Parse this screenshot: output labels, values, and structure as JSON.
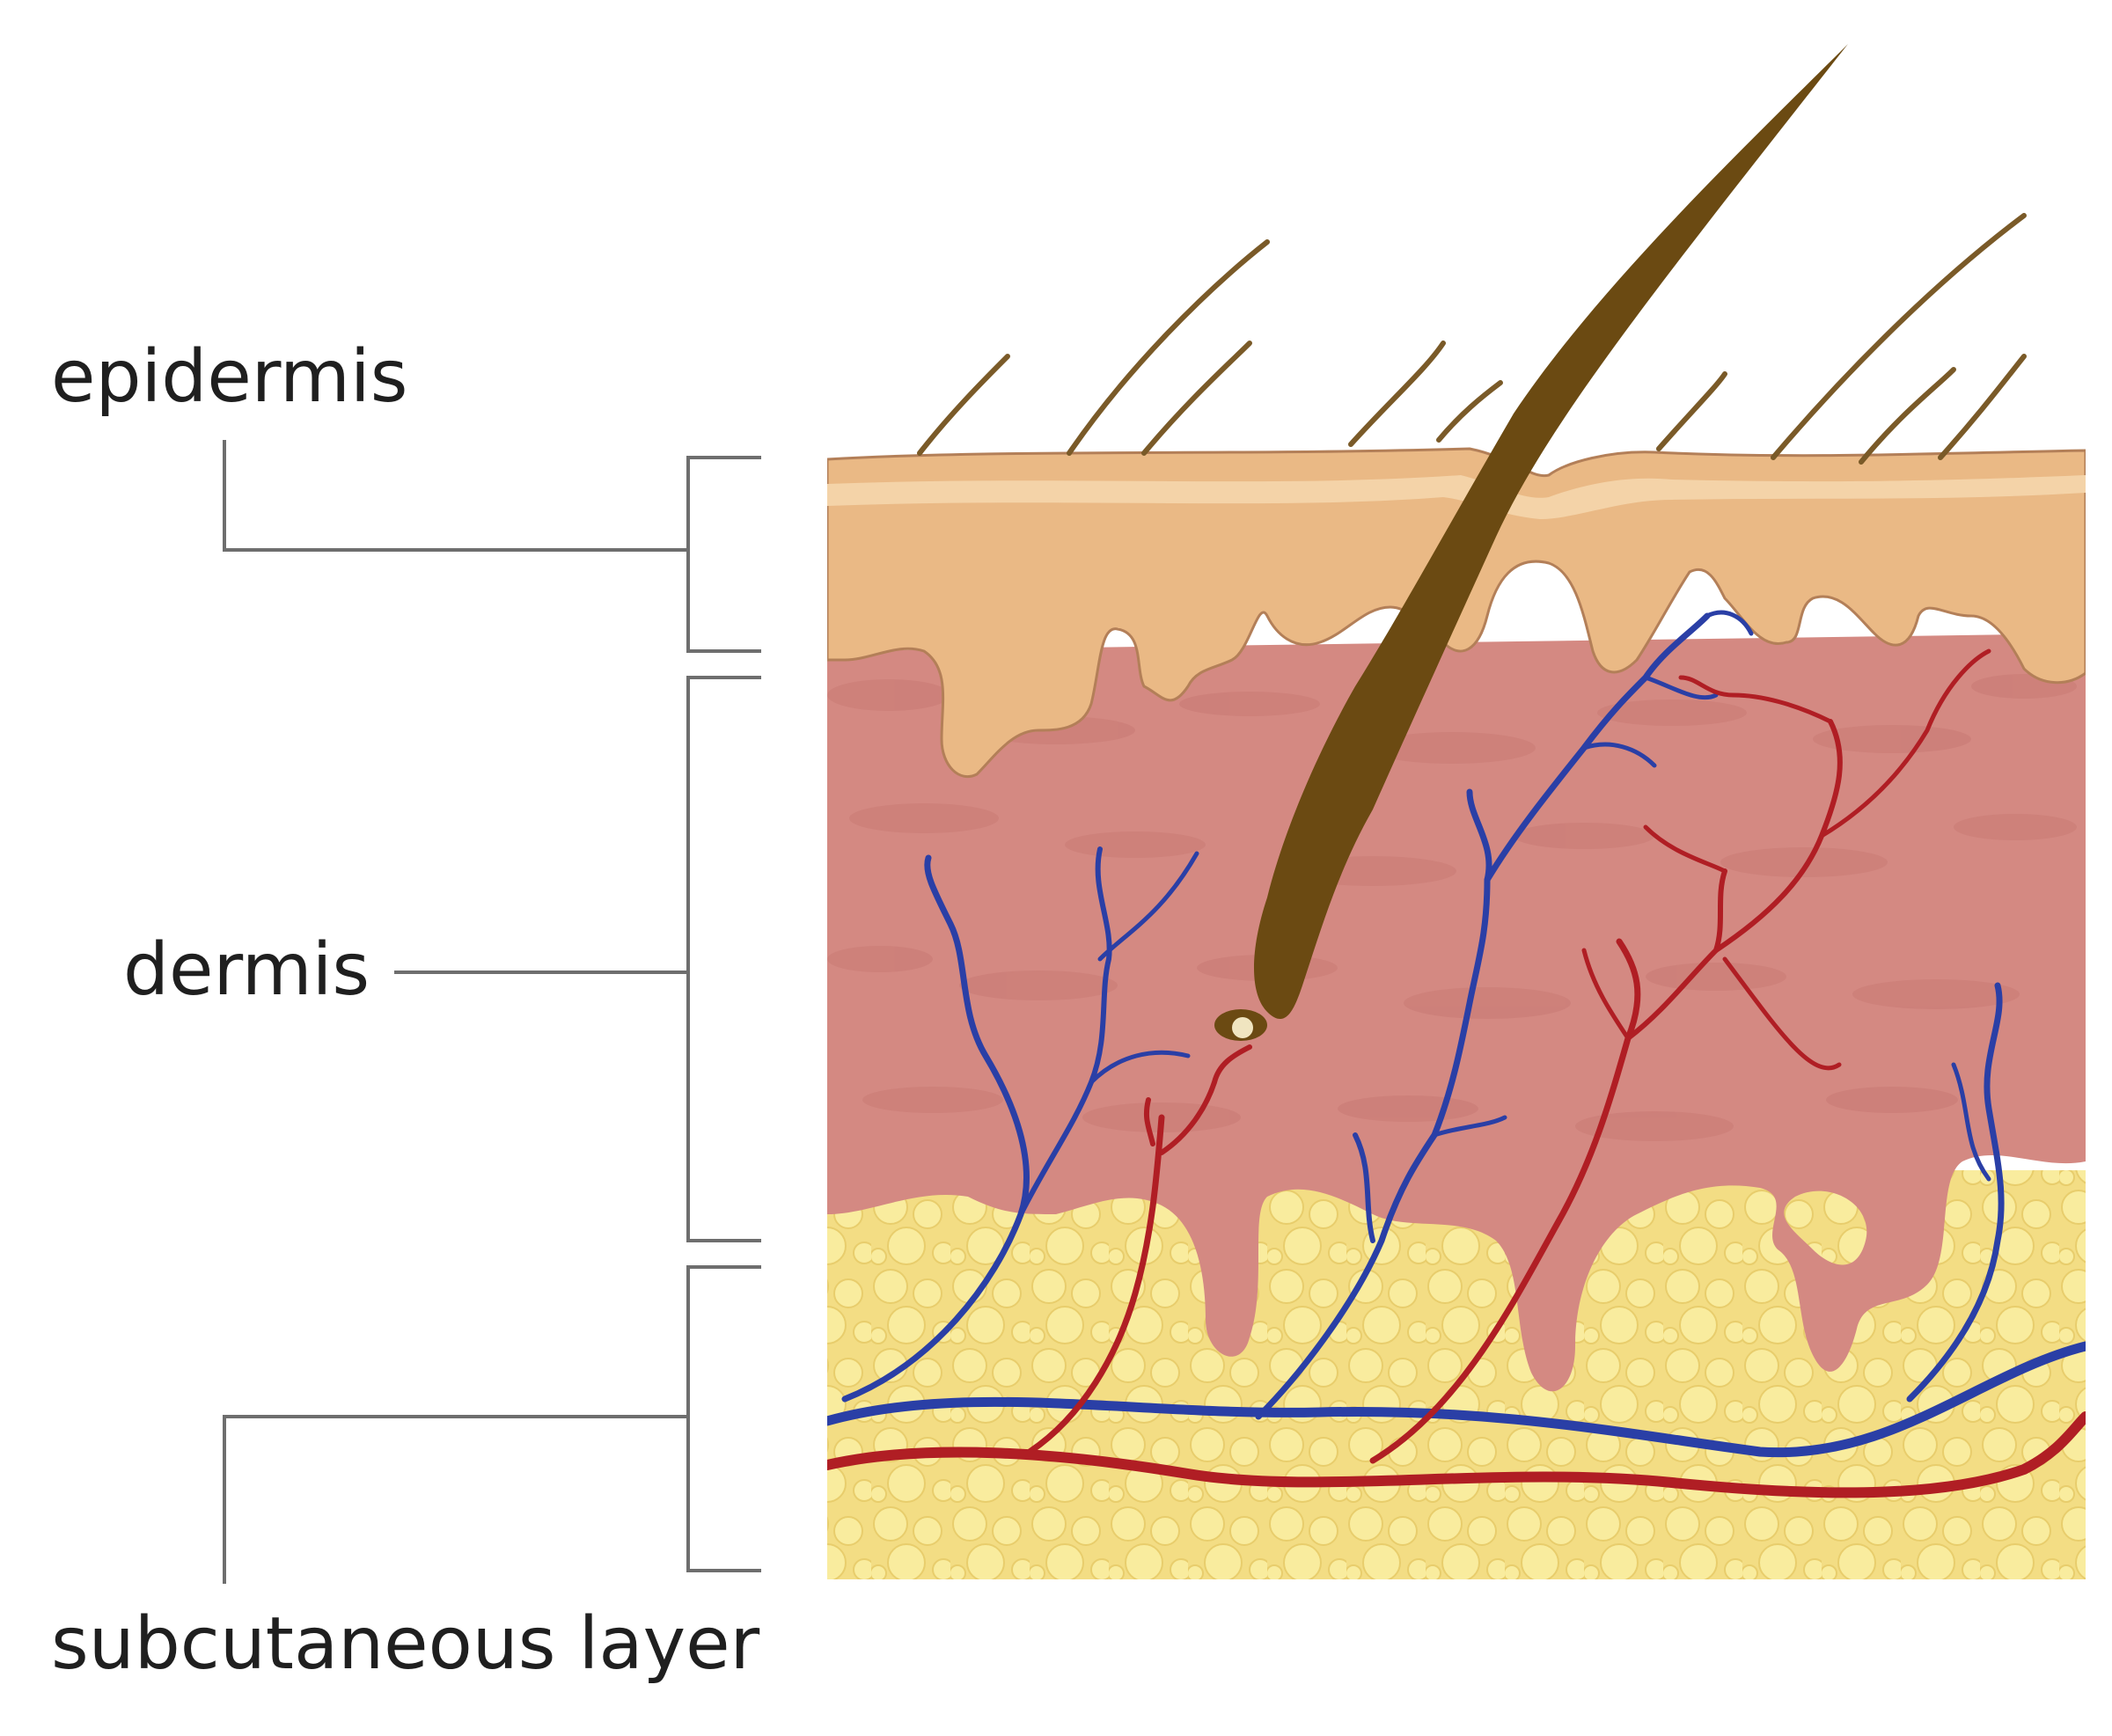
{
  "labels": {
    "epidermis": "epidermis",
    "dermis": "dermis",
    "subcutaneous": "subcutaneous layer"
  },
  "colors": {
    "background": "#ffffff",
    "epidermis": "#eab985",
    "epidermis_highlight": "#f4d3a8",
    "dermis": "#d48982",
    "dermis_texture": "#c97a74",
    "fat": "#f3dd84",
    "fat_cell": "#f9ec9e",
    "hair": "#6b4a12",
    "vein": "#2a3fa6",
    "artery": "#b01e24",
    "leader_line": "#6e6e6e",
    "text": "#1f1f1f"
  },
  "layers": [
    "epidermis",
    "dermis",
    "subcutaneous layer"
  ]
}
